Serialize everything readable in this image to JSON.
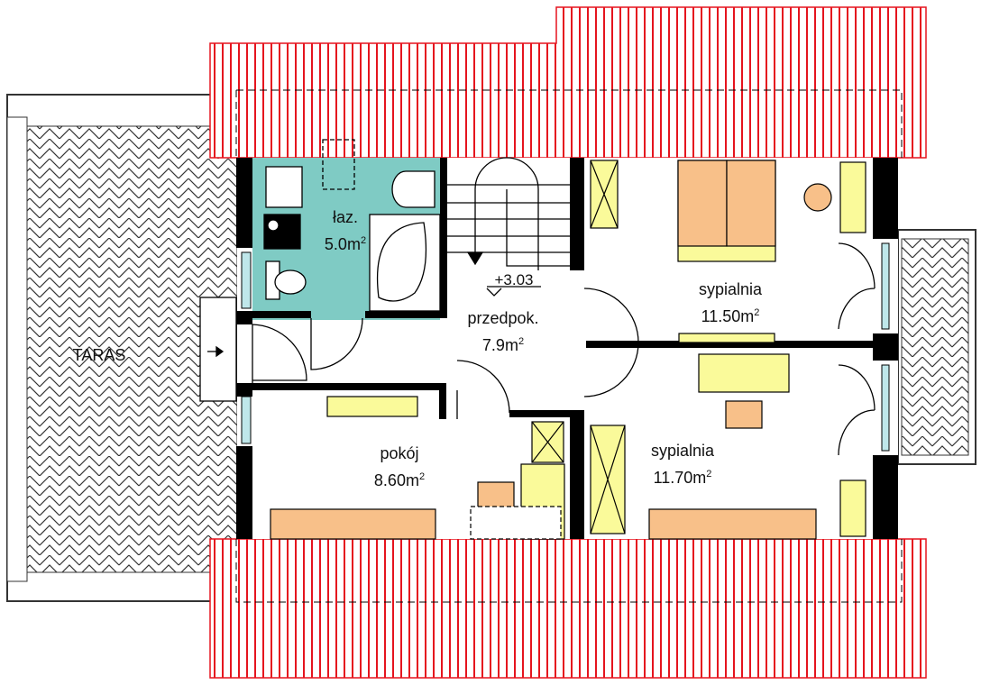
{
  "colors": {
    "roof": "#e5141e",
    "bath": "#7fcbc4",
    "furniture_yellow": "#fafa9a",
    "furniture_orange": "#f8c089",
    "wall": "#000000"
  },
  "labels": {
    "terrace": "TARAS",
    "bathroom": {
      "name": "łaz.",
      "area": "5.0m",
      "sup": "2"
    },
    "hall": {
      "name": "przedpok.",
      "area": "7.9m",
      "sup": "2"
    },
    "level": "+3.03",
    "bedroom1": {
      "name": "sypialnia",
      "area": "11.50m",
      "sup": "2"
    },
    "room": {
      "name": "pokój",
      "area": "8.60m",
      "sup": "2"
    },
    "bedroom2": {
      "name": "sypialnia",
      "area": "11.70m",
      "sup": "2"
    }
  }
}
